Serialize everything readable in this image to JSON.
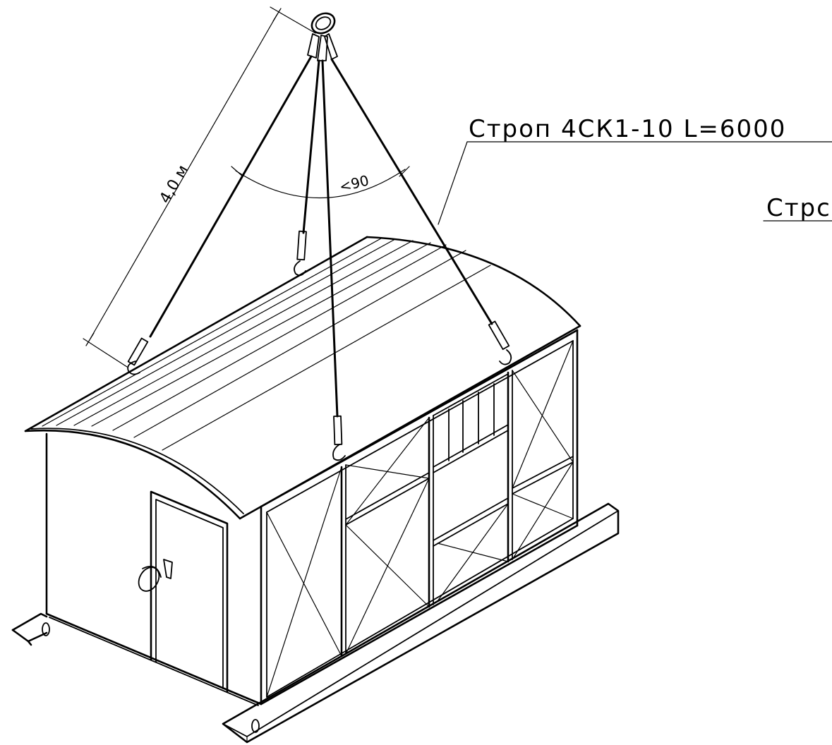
{
  "labels": {
    "sling_main": "Стpоп 4СК1-10 L=6000",
    "sling_second": "Стрс",
    "length": "4,0 м",
    "angle": "<90"
  },
  "colors": {
    "line": "#000000",
    "background": "#ffffff"
  }
}
